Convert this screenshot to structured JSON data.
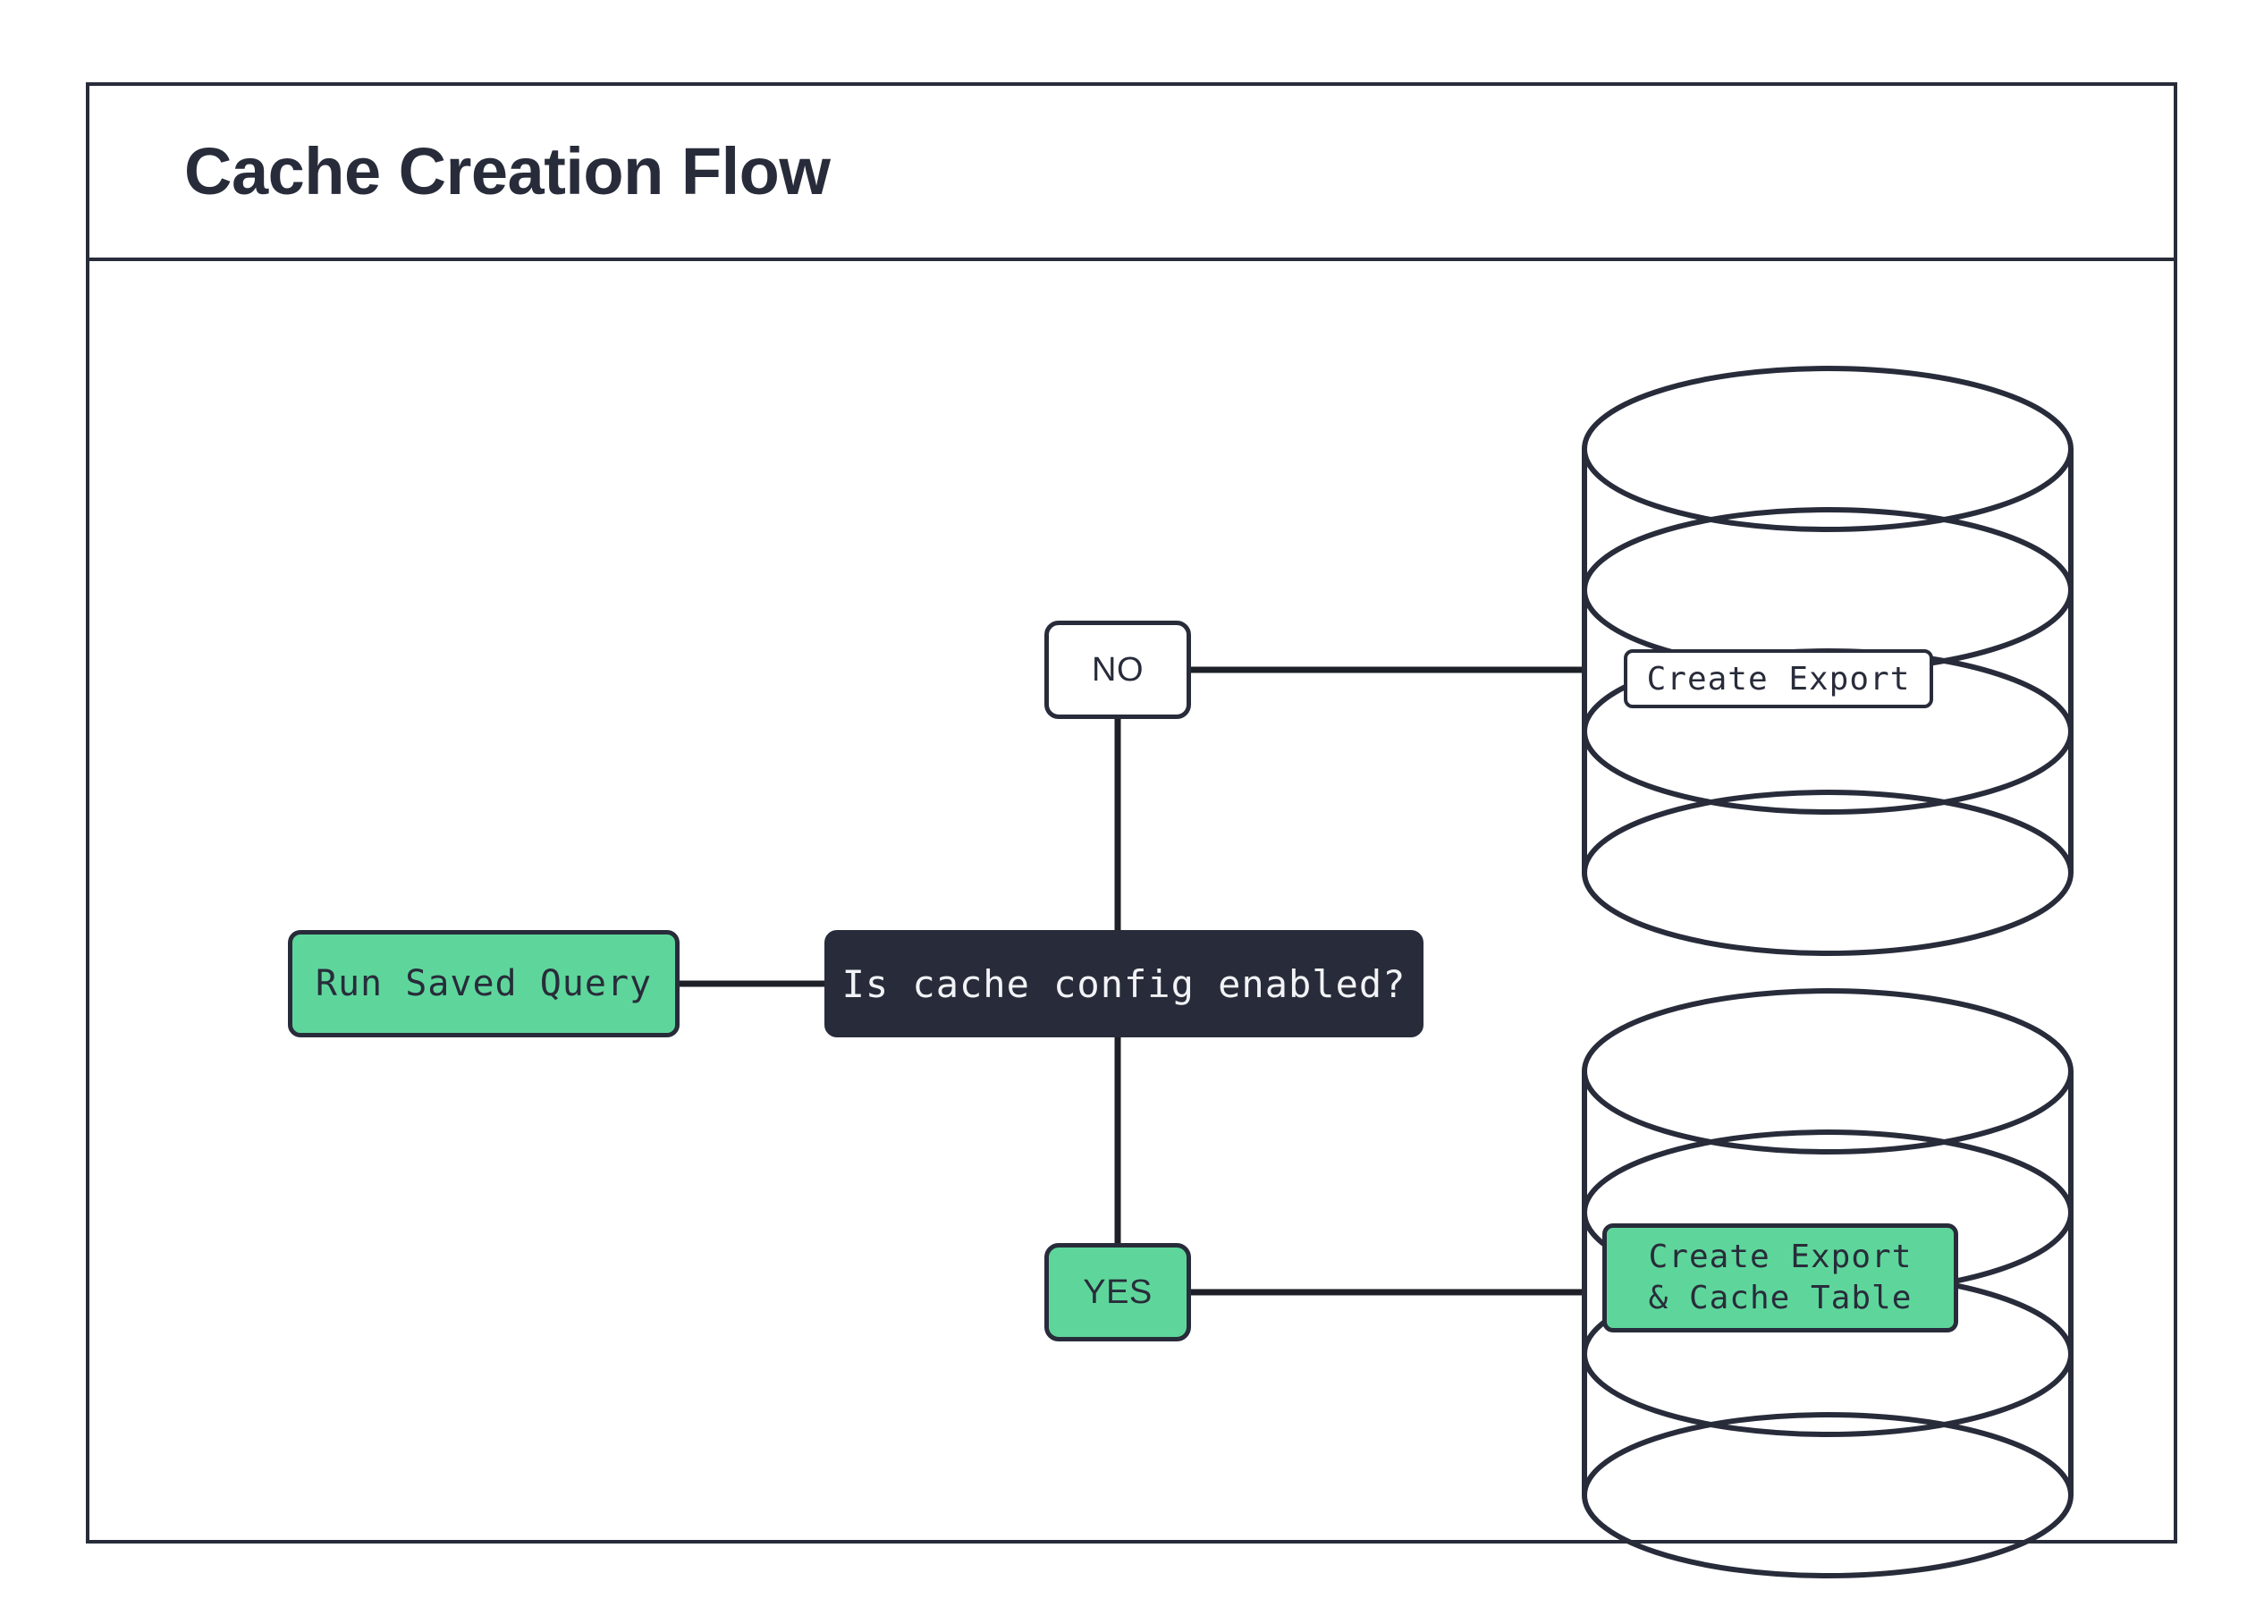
{
  "header": {
    "title": "Cache Creation Flow"
  },
  "colors": {
    "ink": "#282c3a",
    "green": "#5ed69b",
    "white": "#ffffff",
    "edge": "#1d2026"
  },
  "diagram": {
    "type": "flowchart",
    "nodes": [
      {
        "id": "run-saved-query",
        "label": "Run Saved Query",
        "shape": "rounded-rect",
        "fill": "#5ed69b",
        "text": "#282c3a"
      },
      {
        "id": "decision",
        "label": "Is cache config enabled?",
        "shape": "rounded-rect",
        "fill": "#282c3a",
        "text": "#f2f3f6"
      },
      {
        "id": "branch-no",
        "label": "NO",
        "shape": "rounded-rect",
        "fill": "#ffffff",
        "text": "#282c3a"
      },
      {
        "id": "branch-yes",
        "label": "YES",
        "shape": "rounded-rect",
        "fill": "#5ed69b",
        "text": "#282c3a"
      },
      {
        "id": "db-export",
        "label": "Create Export",
        "shape": "database-cylinder",
        "fill": "#ffffff",
        "text": "#282c3a"
      },
      {
        "id": "db-export-cache",
        "label_line1": "Create Export",
        "label_line2": "& Cache Table",
        "shape": "database-cylinder",
        "fill": "#5ed69b",
        "text": "#282c3a"
      }
    ],
    "edges": [
      {
        "from": "run-saved-query",
        "to": "decision",
        "label": ""
      },
      {
        "from": "decision",
        "to": "branch-no",
        "label": ""
      },
      {
        "from": "decision",
        "to": "branch-yes",
        "label": ""
      },
      {
        "from": "branch-no",
        "to": "db-export",
        "label": ""
      },
      {
        "from": "branch-yes",
        "to": "db-export-cache",
        "label": ""
      }
    ]
  }
}
